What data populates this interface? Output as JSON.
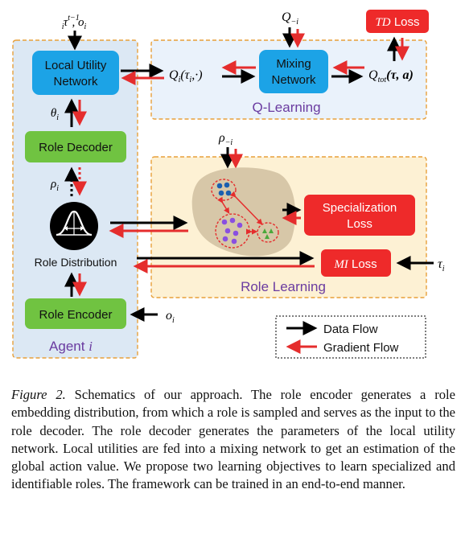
{
  "colors": {
    "agent_fill": "#dce8f4",
    "agent_border": "#e8a03a",
    "qlearn_fill": "#eaf2fb",
    "rolelearn_fill": "#fdf1d4",
    "blue_box": "#1ca3e6",
    "green_box": "#70c341",
    "red_box": "#ee2a2a",
    "purple_text": "#6a3ba0",
    "data_arrow": "#000000",
    "grad_arrow": "#e52d2d",
    "blob": "#d7c7a8"
  },
  "agent": {
    "title_text": "Agent",
    "title_math": "i",
    "input_obs": "τ",
    "input_obs_sup": "t−1",
    "input_obs_sub": "i",
    "input_o": ", o",
    "input_o_sub": "i",
    "local_utility_line1": "Local Utility",
    "local_utility_line2": "Network",
    "theta": "θ",
    "theta_sub": "i",
    "role_decoder": "Role Decoder",
    "rho": "ρ",
    "rho_sub": "i",
    "role_distribution": "Role Distribution",
    "role_encoder": "Role Encoder",
    "o_input": "o",
    "o_input_sub": "i"
  },
  "qlearning": {
    "title": "Q-Learning",
    "qi": "Q",
    "qi_sub": "i",
    "qi_args": "(τ",
    "qi_args_sub": "i",
    "qi_args_end": ",·)",
    "mixing_line1": "Mixing",
    "mixing_line2": "Network",
    "q_minus": "Q",
    "q_minus_sub": "−i",
    "qtot": "Q",
    "qtot_sub": "tot",
    "qtot_args": "(τ, a)",
    "td_math": "TD",
    "td_text": " Loss"
  },
  "rolelearning": {
    "title": "Role Learning",
    "rho_minus": "ρ",
    "rho_minus_sub": "−i",
    "specialization_line1": "Specialization",
    "specialization_line2": "Loss",
    "mi_math": "MI",
    "mi_text": " Loss",
    "tau": "τ",
    "tau_sub": "i"
  },
  "legend": {
    "data_flow": "Data Flow",
    "gradient_flow": "Gradient Flow"
  },
  "caption": {
    "label": "Figure 2.",
    "text": " Schematics of our approach. The role encoder generates a role embedding distribution, from which a role is sampled and serves as the input to the role decoder. The role decoder generates the parameters of the local utility network. Local utilities are fed into a mixing network to get an estimation of the global action value. We propose two learning objectives to learn specialized and identifiable roles. The framework can be trained in an end-to-end manner."
  }
}
